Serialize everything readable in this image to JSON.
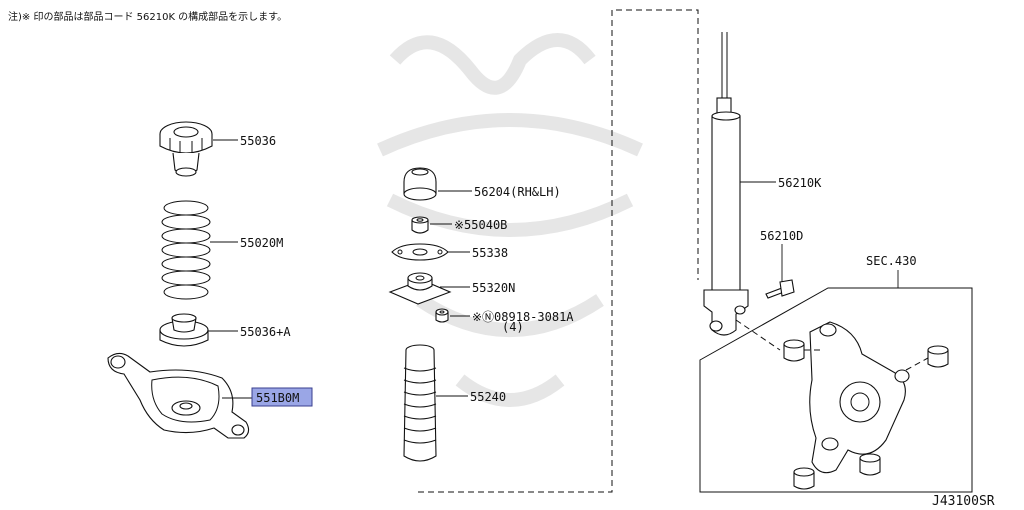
{
  "note": "注)※ 印の部品は部品コード 56210K の構成部品を示します。",
  "diagram_code": "J43100SR",
  "highlight_color": "#9aa6e6",
  "parts": {
    "p55036": "55036",
    "p55020m": "55020M",
    "p55036a": "55036+A",
    "p551b0m": "551B0M",
    "p56204": "56204(RH&LH)",
    "p55040b": "※55040B",
    "p55338": "55338",
    "p55320n": "55320N",
    "p08918": "※Ⓝ08918-3081A",
    "p08918_qty": "(4)",
    "p55240": "55240",
    "p56210k": "56210K",
    "p56210d": "56210D",
    "sec430": "SEC.430"
  },
  "selected_part": "551B0M"
}
